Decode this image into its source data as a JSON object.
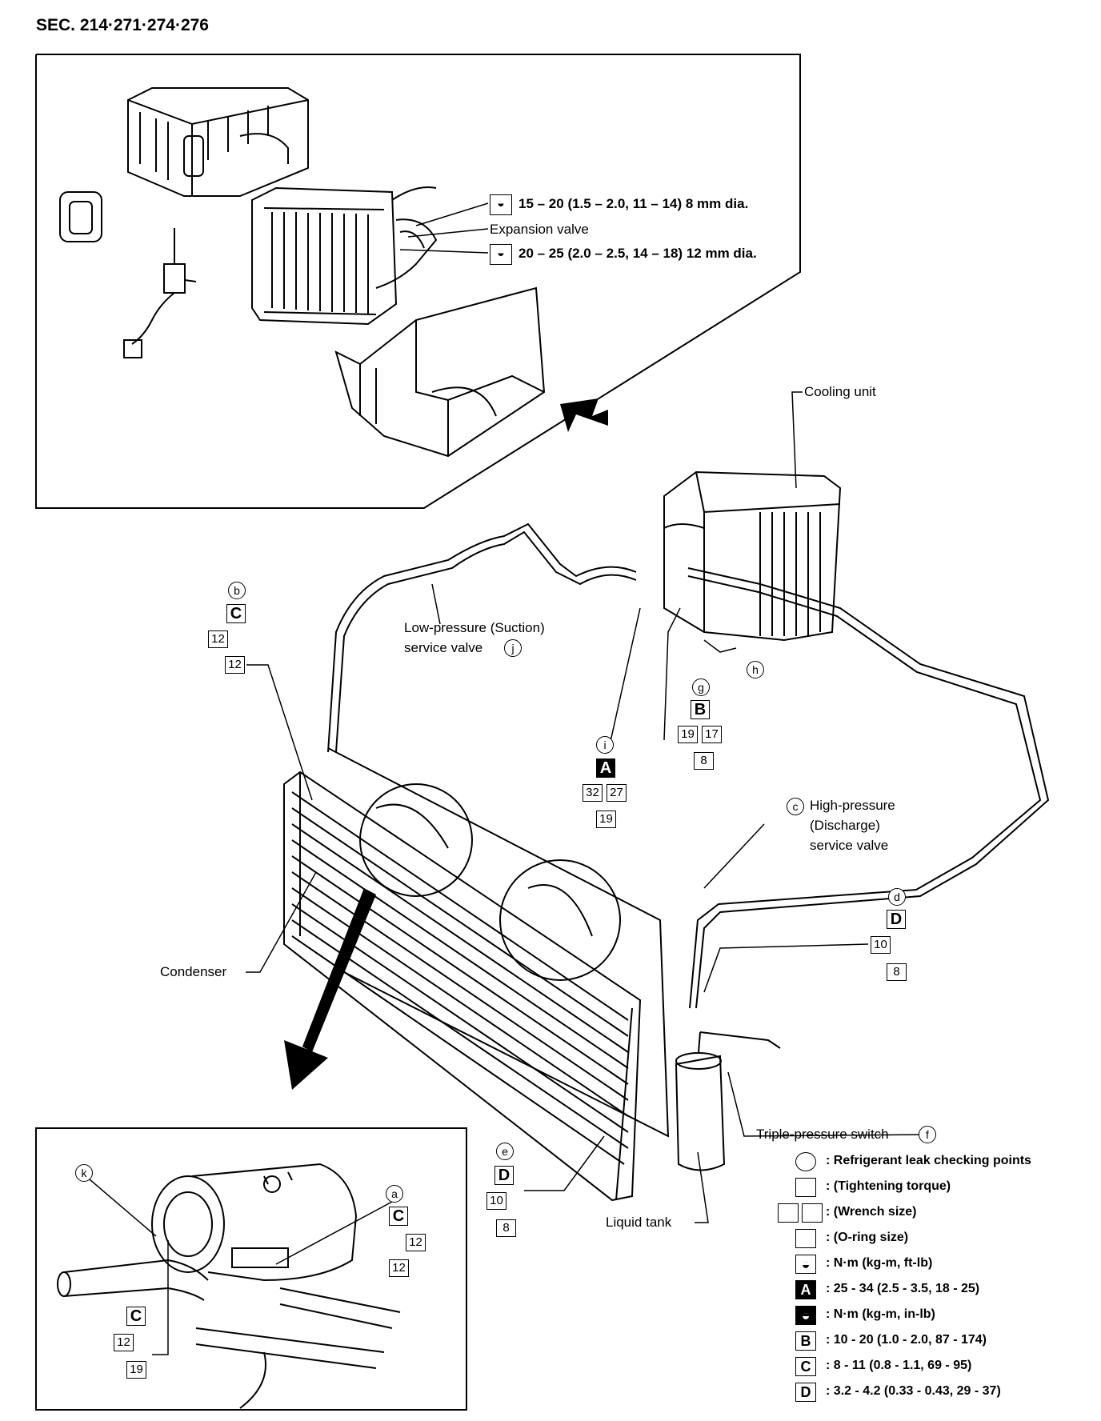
{
  "section_title": "SEC. 214·271·274·276",
  "inset_top": {
    "torque_upper": "15 – 20 (1.5 – 2.0, 11 – 14) 8 mm dia.",
    "expansion_valve": "Expansion valve",
    "torque_lower": "20 – 25 (2.0 – 2.5, 14 – 18) 12 mm dia."
  },
  "labels": {
    "cooling_unit": "Cooling unit",
    "low_pressure_line1": "Low-pressure (Suction)",
    "low_pressure_line2": "service valve",
    "high_pressure_line1": "High-pressure",
    "high_pressure_line2": "(Discharge)",
    "high_pressure_line3": "service valve",
    "condenser": "Condenser",
    "liquid_tank": "Liquid tank",
    "triple_switch": "Triple-pressure switch"
  },
  "callouts": {
    "a": "a",
    "b": "b",
    "c": "c",
    "d": "d",
    "e": "e",
    "f": "f",
    "g": "g",
    "h": "h",
    "i": "i",
    "j": "j",
    "k": "k"
  },
  "specs": {
    "b": {
      "letter": "C",
      "wrench1": "12",
      "oring": "12"
    },
    "g": {
      "letter": "B",
      "wrench1": "19",
      "wrench2": "17",
      "oring": "8"
    },
    "i": {
      "letter": "A",
      "wrench1": "32",
      "wrench2": "27",
      "oring": "19"
    },
    "d": {
      "letter": "D",
      "wrench1": "10",
      "oring": "8"
    },
    "e": {
      "letter": "D",
      "wrench1": "10",
      "oring": "8"
    },
    "a": {
      "letter": "C",
      "wrench1": "12",
      "oring": "12"
    },
    "k": {
      "letter": "C",
      "wrench1": "12",
      "oring": "19"
    }
  },
  "legend": [
    {
      "symbol": "",
      "text": ": Refrigerant leak checking points"
    },
    {
      "symbol": "",
      "text": ": (Tightening torque)"
    },
    {
      "symbol": "",
      "text": ": (Wrench size)"
    },
    {
      "symbol": "",
      "text": ": (O-ring size)"
    },
    {
      "symbol": "",
      "text": ": N·m (kg-m, ft-lb)"
    },
    {
      "symbol": "A",
      "text": ": 25 - 34 (2.5 - 3.5, 18 - 25)"
    },
    {
      "symbol": "",
      "text": ": N·m (kg-m, in-lb)"
    },
    {
      "symbol": "B",
      "text": ": 10 - 20 (1.0 - 2.0, 87 - 174)"
    },
    {
      "symbol": "C",
      "text": ": 8 - 11 (0.8 - 1.1, 69 - 95)"
    },
    {
      "symbol": "D",
      "text": ": 3.2 - 4.2 (0.33 - 0.43, 29 - 37)"
    }
  ]
}
